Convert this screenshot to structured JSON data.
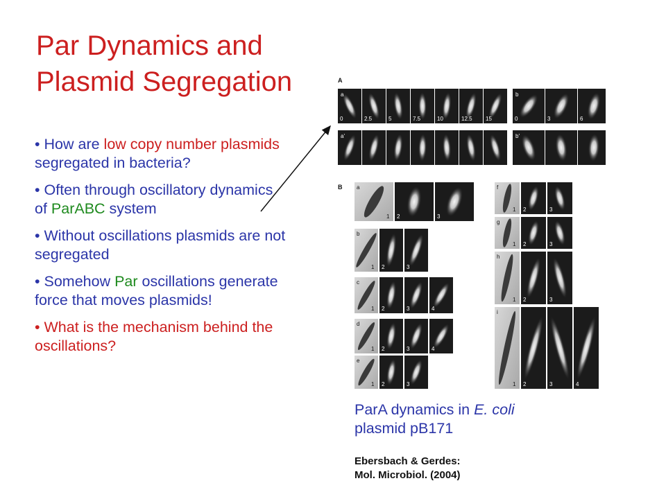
{
  "slide": {
    "title": "Par Dynamics and Plasmid Segregation",
    "bullets": [
      {
        "segments": [
          {
            "text": "• How are ",
            "color": "blue"
          },
          {
            "text": "low copy number plasmids",
            "color": "red"
          },
          {
            "text": " segregated in bacteria?",
            "color": "blue"
          }
        ]
      },
      {
        "segments": [
          {
            "text": "•  Often through oscillatory dynamics of ",
            "color": "blue"
          },
          {
            "text": "ParABC",
            "color": "green"
          },
          {
            "text": " system",
            "color": "blue"
          }
        ]
      },
      {
        "segments": [
          {
            "text": "• Without oscillations plasmids are not segregated",
            "color": "blue"
          }
        ]
      },
      {
        "segments": [
          {
            "text": "• Somehow ",
            "color": "blue"
          },
          {
            "text": "Par",
            "color": "green"
          },
          {
            "text": " oscillations generate force that moves plasmids!",
            "color": "blue"
          }
        ]
      },
      {
        "segments": [
          {
            "text": "• What is the mechanism behind the oscillations?",
            "color": "red"
          }
        ]
      }
    ],
    "caption": {
      "part1": "ParA dynamics in ",
      "italic": "E. coli",
      "part2": " plasmid pB171"
    },
    "citation": {
      "line1": "Ebersbach & Gerdes:",
      "line2": "Mol. Microbiol. (2004)"
    },
    "colors": {
      "title": "#cc1f1f",
      "blue": "#2b35a8",
      "red": "#cc1f1f",
      "green": "#1e8a1e"
    }
  },
  "figure": {
    "panel_labels": [
      "A",
      "B"
    ],
    "A": {
      "a_label": "a",
      "a_prime_label": "a'",
      "a_times": [
        "0",
        "2.5",
        "5",
        "7.5",
        "10",
        "12.5",
        "15"
      ],
      "b_label": "b",
      "b_prime_label": "b'",
      "b_times": [
        "0",
        "3",
        "6"
      ]
    },
    "B": {
      "rows_left": [
        {
          "label": "a",
          "frames": [
            "1",
            "2",
            "3"
          ]
        },
        {
          "label": "b",
          "frames": [
            "1",
            "2",
            "3"
          ]
        },
        {
          "label": "c",
          "frames": [
            "1",
            "2",
            "3",
            "4"
          ]
        },
        {
          "label": "d",
          "frames": [
            "1",
            "2",
            "3",
            "4"
          ]
        },
        {
          "label": "e",
          "frames": [
            "1",
            "2",
            "3"
          ]
        }
      ],
      "rows_right": [
        {
          "label": "f",
          "frames": [
            "1",
            "2",
            "3"
          ]
        },
        {
          "label": "g",
          "frames": [
            "1",
            "2",
            "3"
          ]
        },
        {
          "label": "h",
          "frames": [
            "1",
            "2",
            "3"
          ]
        },
        {
          "label": "i",
          "frames": [
            "1",
            "2",
            "3",
            "4"
          ]
        }
      ]
    }
  }
}
